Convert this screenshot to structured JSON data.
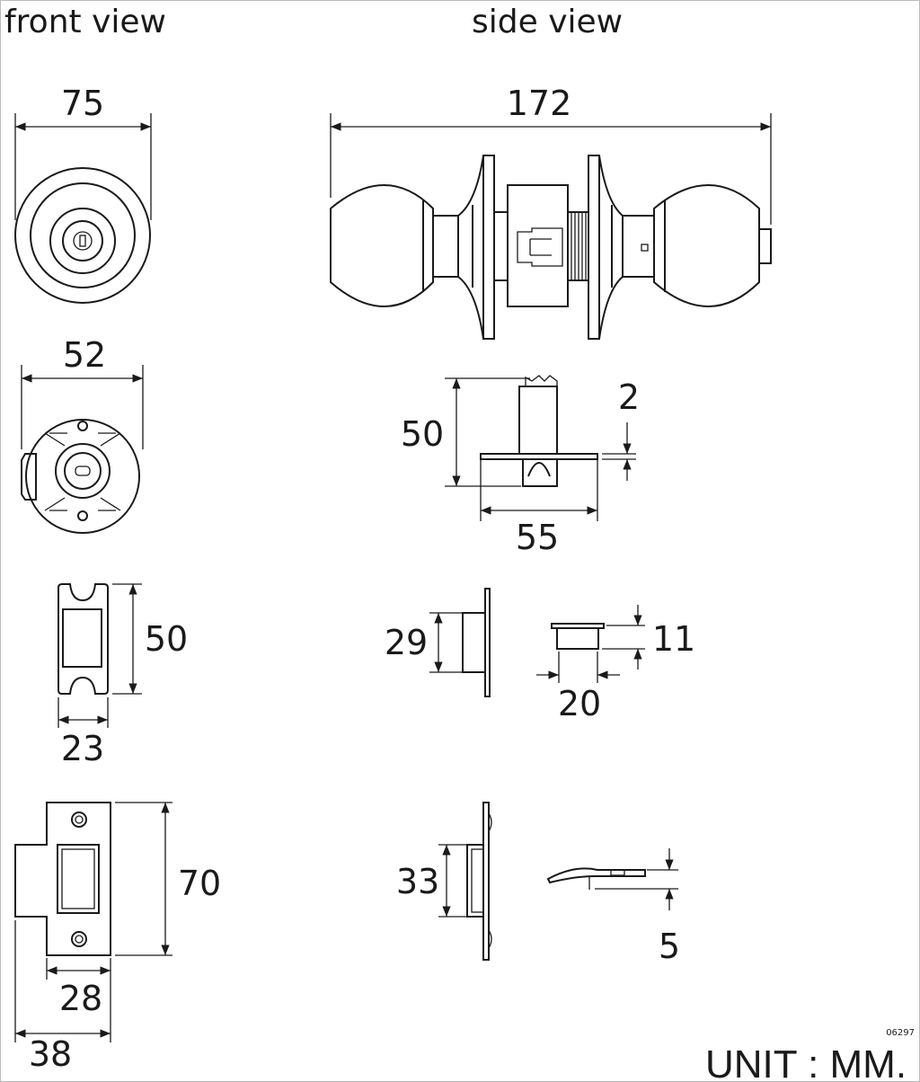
{
  "headings": {
    "front": "front view",
    "side": "side view"
  },
  "dimensions": {
    "knob_diameter": "75",
    "overall_length": "172",
    "rose_diameter": "52",
    "latch_backset": "50",
    "latch_face_thickness": "2",
    "latch_plate_width": "55",
    "strike_height": "50",
    "strike_width": "23",
    "face_height": "29",
    "box_depth": "11",
    "box_width": "20",
    "full_strike_height": "70",
    "full_strike_inner_width": "28",
    "full_strike_width": "38",
    "bolt_height": "33",
    "bolt_projection": "5"
  },
  "footer": {
    "unit": "UNIT : MM.",
    "code": "06297"
  },
  "colors": {
    "line": "#1a1a1a",
    "background": "#ffffff"
  }
}
